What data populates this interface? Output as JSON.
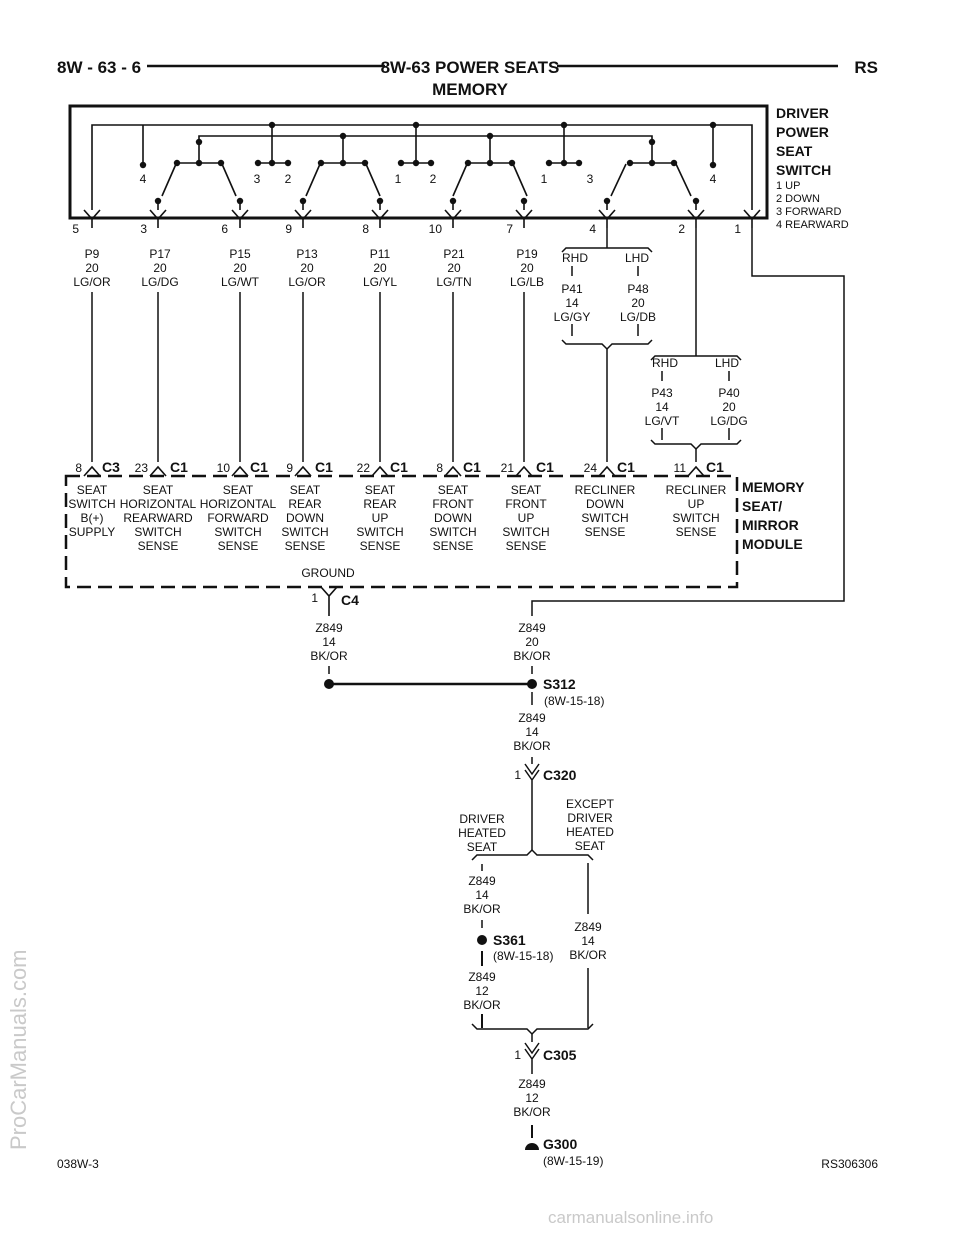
{
  "header": {
    "left": "8W - 63 - 6",
    "title_line1": "8W-63 POWER SEATS",
    "title_line2": "MEMORY",
    "right": "RS"
  },
  "switch": {
    "name": [
      "DRIVER",
      "POWER",
      "SEAT",
      "SWITCH"
    ],
    "legend": [
      "1 UP",
      "2 DOWN",
      "3 FORWARD",
      "4 REARWARD"
    ],
    "position_labels": [
      "4",
      "3",
      "2",
      "1",
      "2",
      "1",
      "3",
      "4"
    ],
    "pins": [
      "5",
      "3",
      "6",
      "9",
      "8",
      "10",
      "7",
      "4",
      "2",
      "1"
    ]
  },
  "wires": [
    {
      "id": "P9",
      "gauge": "20",
      "color": "LG/OR"
    },
    {
      "id": "P17",
      "gauge": "20",
      "color": "LG/DG"
    },
    {
      "id": "P15",
      "gauge": "20",
      "color": "LG/WT"
    },
    {
      "id": "P13",
      "gauge": "20",
      "color": "LG/OR"
    },
    {
      "id": "P11",
      "gauge": "20",
      "color": "LG/YL"
    },
    {
      "id": "P21",
      "gauge": "20",
      "color": "LG/TN"
    },
    {
      "id": "P19",
      "gauge": "20",
      "color": "LG/LB"
    }
  ],
  "recliner_down": {
    "rhd": "RHD",
    "lhd": "LHD",
    "rhd_wire": {
      "id": "P41",
      "gauge": "14",
      "color": "LG/GY"
    },
    "lhd_wire": {
      "id": "P48",
      "gauge": "20",
      "color": "LG/DB"
    }
  },
  "recliner_up": {
    "rhd": "RHD",
    "lhd": "LHD",
    "rhd_wire": {
      "id": "P43",
      "gauge": "14",
      "color": "LG/VT"
    },
    "lhd_wire": {
      "id": "P40",
      "gauge": "20",
      "color": "LG/DG"
    }
  },
  "module": {
    "name": [
      "MEMORY",
      "SEAT/",
      "MIRROR",
      "MODULE"
    ],
    "connectors": [
      {
        "pin": "8",
        "conn": "C3",
        "label": [
          "SEAT",
          "SWITCH",
          "B(+)",
          "SUPPLY"
        ]
      },
      {
        "pin": "23",
        "conn": "C1",
        "label": [
          "SEAT",
          "HORIZONTAL",
          "REARWARD",
          "SWITCH",
          "SENSE"
        ]
      },
      {
        "pin": "10",
        "conn": "C1",
        "label": [
          "SEAT",
          "HORIZONTAL",
          "FORWARD",
          "SWITCH",
          "SENSE"
        ]
      },
      {
        "pin": "9",
        "conn": "C1",
        "label": [
          "SEAT",
          "REAR",
          "DOWN",
          "SWITCH",
          "SENSE"
        ]
      },
      {
        "pin": "22",
        "conn": "C1",
        "label": [
          "SEAT",
          "REAR",
          "UP",
          "SWITCH",
          "SENSE"
        ]
      },
      {
        "pin": "8",
        "conn": "C1",
        "label": [
          "SEAT",
          "FRONT",
          "DOWN",
          "SWITCH",
          "SENSE"
        ]
      },
      {
        "pin": "21",
        "conn": "C1",
        "label": [
          "SEAT",
          "FRONT",
          "UP",
          "SWITCH",
          "SENSE"
        ]
      },
      {
        "pin": "24",
        "conn": "C1",
        "label": [
          "RECLINER",
          "DOWN",
          "SWITCH",
          "SENSE"
        ]
      },
      {
        "pin": "11",
        "conn": "C1",
        "label": [
          "RECLINER",
          "UP",
          "SWITCH",
          "SENSE"
        ]
      }
    ],
    "ground_label": "GROUND",
    "ground_pin": "1",
    "ground_conn": "C4"
  },
  "ground_circuit": {
    "wire_c4": {
      "id": "Z849",
      "gauge": "14",
      "color": "BK/OR"
    },
    "wire_sw": {
      "id": "Z849",
      "gauge": "20",
      "color": "BK/OR"
    },
    "s312": {
      "name": "S312",
      "ref": "(8W-15-18)"
    },
    "wire_s312_down": {
      "id": "Z849",
      "gauge": "14",
      "color": "BK/OR"
    },
    "c320": {
      "pin": "1",
      "conn": "C320"
    },
    "driver_heated": [
      "DRIVER",
      "HEATED",
      "SEAT"
    ],
    "except_driver_heated": [
      "EXCEPT",
      "DRIVER",
      "HEATED",
      "SEAT"
    ],
    "wire_heated": {
      "id": "Z849",
      "gauge": "14",
      "color": "BK/OR"
    },
    "wire_except": {
      "id": "Z849",
      "gauge": "14",
      "color": "BK/OR"
    },
    "s361": {
      "name": "S361",
      "ref": "(8W-15-18)"
    },
    "wire_s361_down": {
      "id": "Z849",
      "gauge": "12",
      "color": "BK/OR"
    },
    "c305": {
      "pin": "1",
      "conn": "C305"
    },
    "wire_c305_down": {
      "id": "Z849",
      "gauge": "12",
      "color": "BK/OR"
    },
    "g300": {
      "name": "G300",
      "ref": "(8W-15-19)"
    }
  },
  "footer": {
    "left": "038W-3",
    "right": "RS306306"
  },
  "watermarks": {
    "left": "ProCarManuals.com",
    "bottom": "carmanualsonline.info"
  }
}
